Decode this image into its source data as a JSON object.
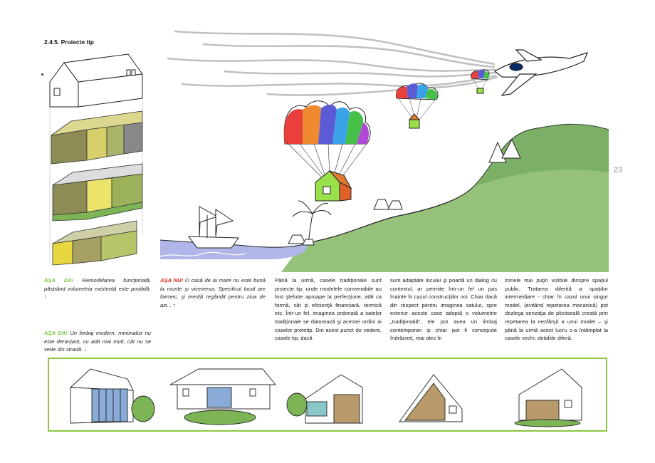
{
  "section": {
    "title": "2.4.5.   Proiecte tip"
  },
  "page_number": "23",
  "captions": {
    "caption1": {
      "tag": "AŞA DA!",
      "text": " Remodelarea funcţională, păstrând volumetria existentă este posibilă. ↑"
    },
    "caption2": {
      "tag": "AŞA NU!",
      "text": " O casă de la mare nu este bună la munte şi viceversa. Specificul local are farmec, şi merită regândit pentru ziua de azi... ↑"
    },
    "caption3": {
      "tag": "AŞA DA!",
      "text": " Un limbaj modern, minimalist nu este deranjant, cu atât mai mult, cât nu se vede din stradă. ↓"
    }
  },
  "body_text": {
    "col1": "Până la urmă, casele tradiţionale sunt proiecte tip, unde modelele convenabile au fost şlefuite aproape la perfecţiune, atât ca formă, cât şi eficienţă financiară, termică etc. Într-un fel, imaginea ordonată a satelor tradiţionale se datorează şi acestei ordini ai caselor prototip. Din acest punct de vedere, casele tip, dacă",
    "col2": "sunt adaptate locului şi poartă un dialog cu contextul, ar permite într-un fel un pas înainte în cazul construcţiilor noi. Chiar dacă din respect pentru imaginea satului, spre exterior aceste case adoptă o volumetrie „tradiţională\", ele pot avea un limbaj contemporan şi chiar pot fi concepute îndrăzneţ, mai ales în",
    "col3": "zonele mai puţin vizibile dinspre spaţiul public. Tratarea diferită a spaţiilor intermediare - chiar în cazul unui singur model, (evitând repetarea mecanică) pot dezlega senzaţia de plictiseală creată prin repetarea la nesfârşit a unui model – şi până la urmă acest lucru s-a întâmplat la casele vechi: detaliile diferă."
  },
  "colors": {
    "green_accent": "#7cc244",
    "red_accent": "#e2231a",
    "frame_green": "#8dc63f"
  }
}
